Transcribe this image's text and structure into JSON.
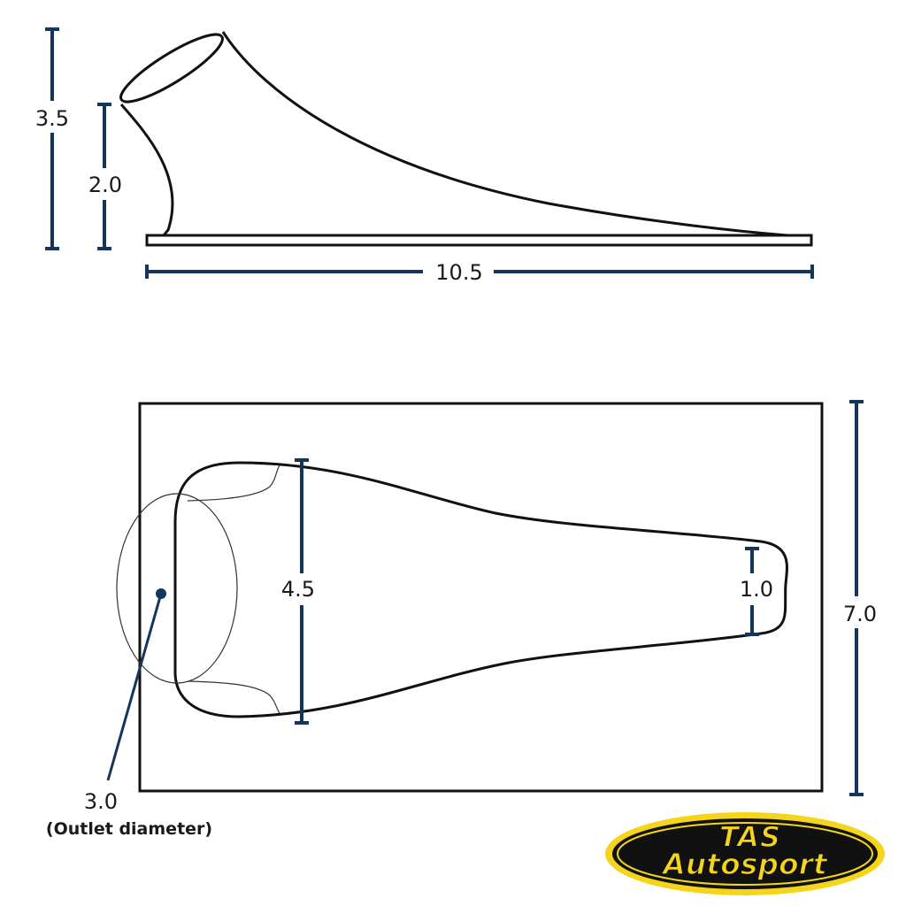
{
  "side_view": {
    "height_total": "3.5",
    "height_outlet": "2.0",
    "length": "10.5"
  },
  "top_view": {
    "inlet_width": "4.5",
    "tip_width": "1.0",
    "base_width": "7.0",
    "outlet_diameter": "3.0",
    "outlet_note": "(Outlet diameter)"
  },
  "logo": {
    "line1": "TAS",
    "line2": "Autosport",
    "colors": {
      "ring": "#f4d51c",
      "fill": "#111111",
      "text": "#f4d51c",
      "text_outline": "#111111"
    }
  },
  "colors": {
    "dimension": "#14365c",
    "outline": "#111111",
    "background": "#ffffff"
  }
}
